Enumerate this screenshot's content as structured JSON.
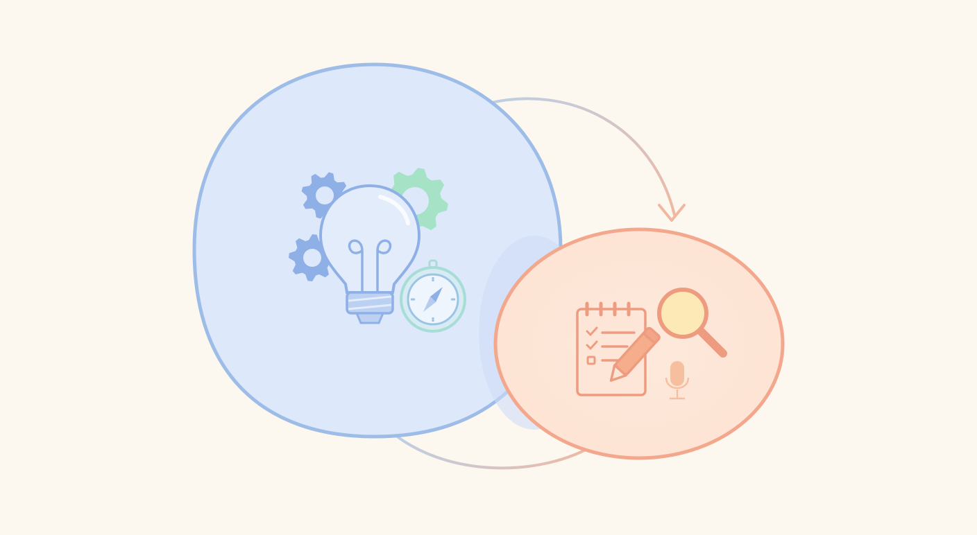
{
  "colors": {
    "background": "#fdf8ef",
    "blue_fill": "#dde8fa",
    "blue_stroke": "#9dbde8",
    "blue_icon": "#8fb0e6",
    "green_icon": "#a6e3c6",
    "teal_icon": "#a8dcd6",
    "orange_fill": "#fde3d2",
    "orange_stroke": "#f3a88e",
    "orange_icon": "#ee9c80",
    "magnifier_lens": "#fde9b6",
    "mic_color": "#f6c0a0",
    "arrow_start": "#bccfe6",
    "arrow_end": "#f0b8a2"
  },
  "nodes": [
    {
      "id": "ideation",
      "shape": "circle",
      "icons": [
        "gear-icon",
        "gear-icon",
        "lightbulb-icon",
        "compass-icon"
      ]
    },
    {
      "id": "research",
      "shape": "ellipse",
      "icons": [
        "checklist-icon",
        "pencil-icon",
        "magnifier-icon",
        "microphone-icon"
      ]
    }
  ],
  "edges": [
    {
      "from": "ideation",
      "to": "research",
      "style": "curved-arrow",
      "arrowhead": true
    },
    {
      "from": "research",
      "to": "ideation",
      "style": "curved-line",
      "arrowhead": false
    }
  ]
}
